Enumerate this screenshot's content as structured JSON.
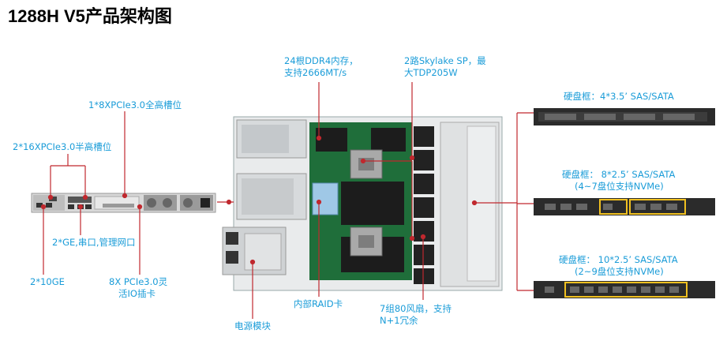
{
  "title": "1288H V5产品架构图",
  "labels": {
    "pcie_full": "1*8XPCIe3.0全高槽位",
    "pcie_half": "2*16XPCIe3.0半高槽位",
    "ge": "2*GE,串口,管理网口",
    "tenge": "2*10GE",
    "flex_io_1": "8X PCIe3.0灵",
    "flex_io_2": "活IO插卡",
    "psu": "电源模块",
    "raid": "内部RAID卡",
    "memory_1": "24根DDR4内存，",
    "memory_2": "支持2666MT/s",
    "cpu_1": "2路Skylake SP，最",
    "cpu_2": "大TDP205W",
    "fans_1": "7组80风扇，支持",
    "fans_2": "N+1冗余",
    "disk_a": "硬盘框：4*3.5’  SAS/SATA",
    "disk_b_1": "硬盘框： 8*2.5’  SAS/SATA",
    "disk_b_2": "(4~7盘位支持NVMe)",
    "disk_c_1": "硬盘框： 10*2.5’  SAS/SATA",
    "disk_c_2": "(2~9盘位支持NVMe)"
  },
  "colors": {
    "accent": "#1a9cd8",
    "leader": "#c0282e",
    "highlight": "#f0c020"
  }
}
